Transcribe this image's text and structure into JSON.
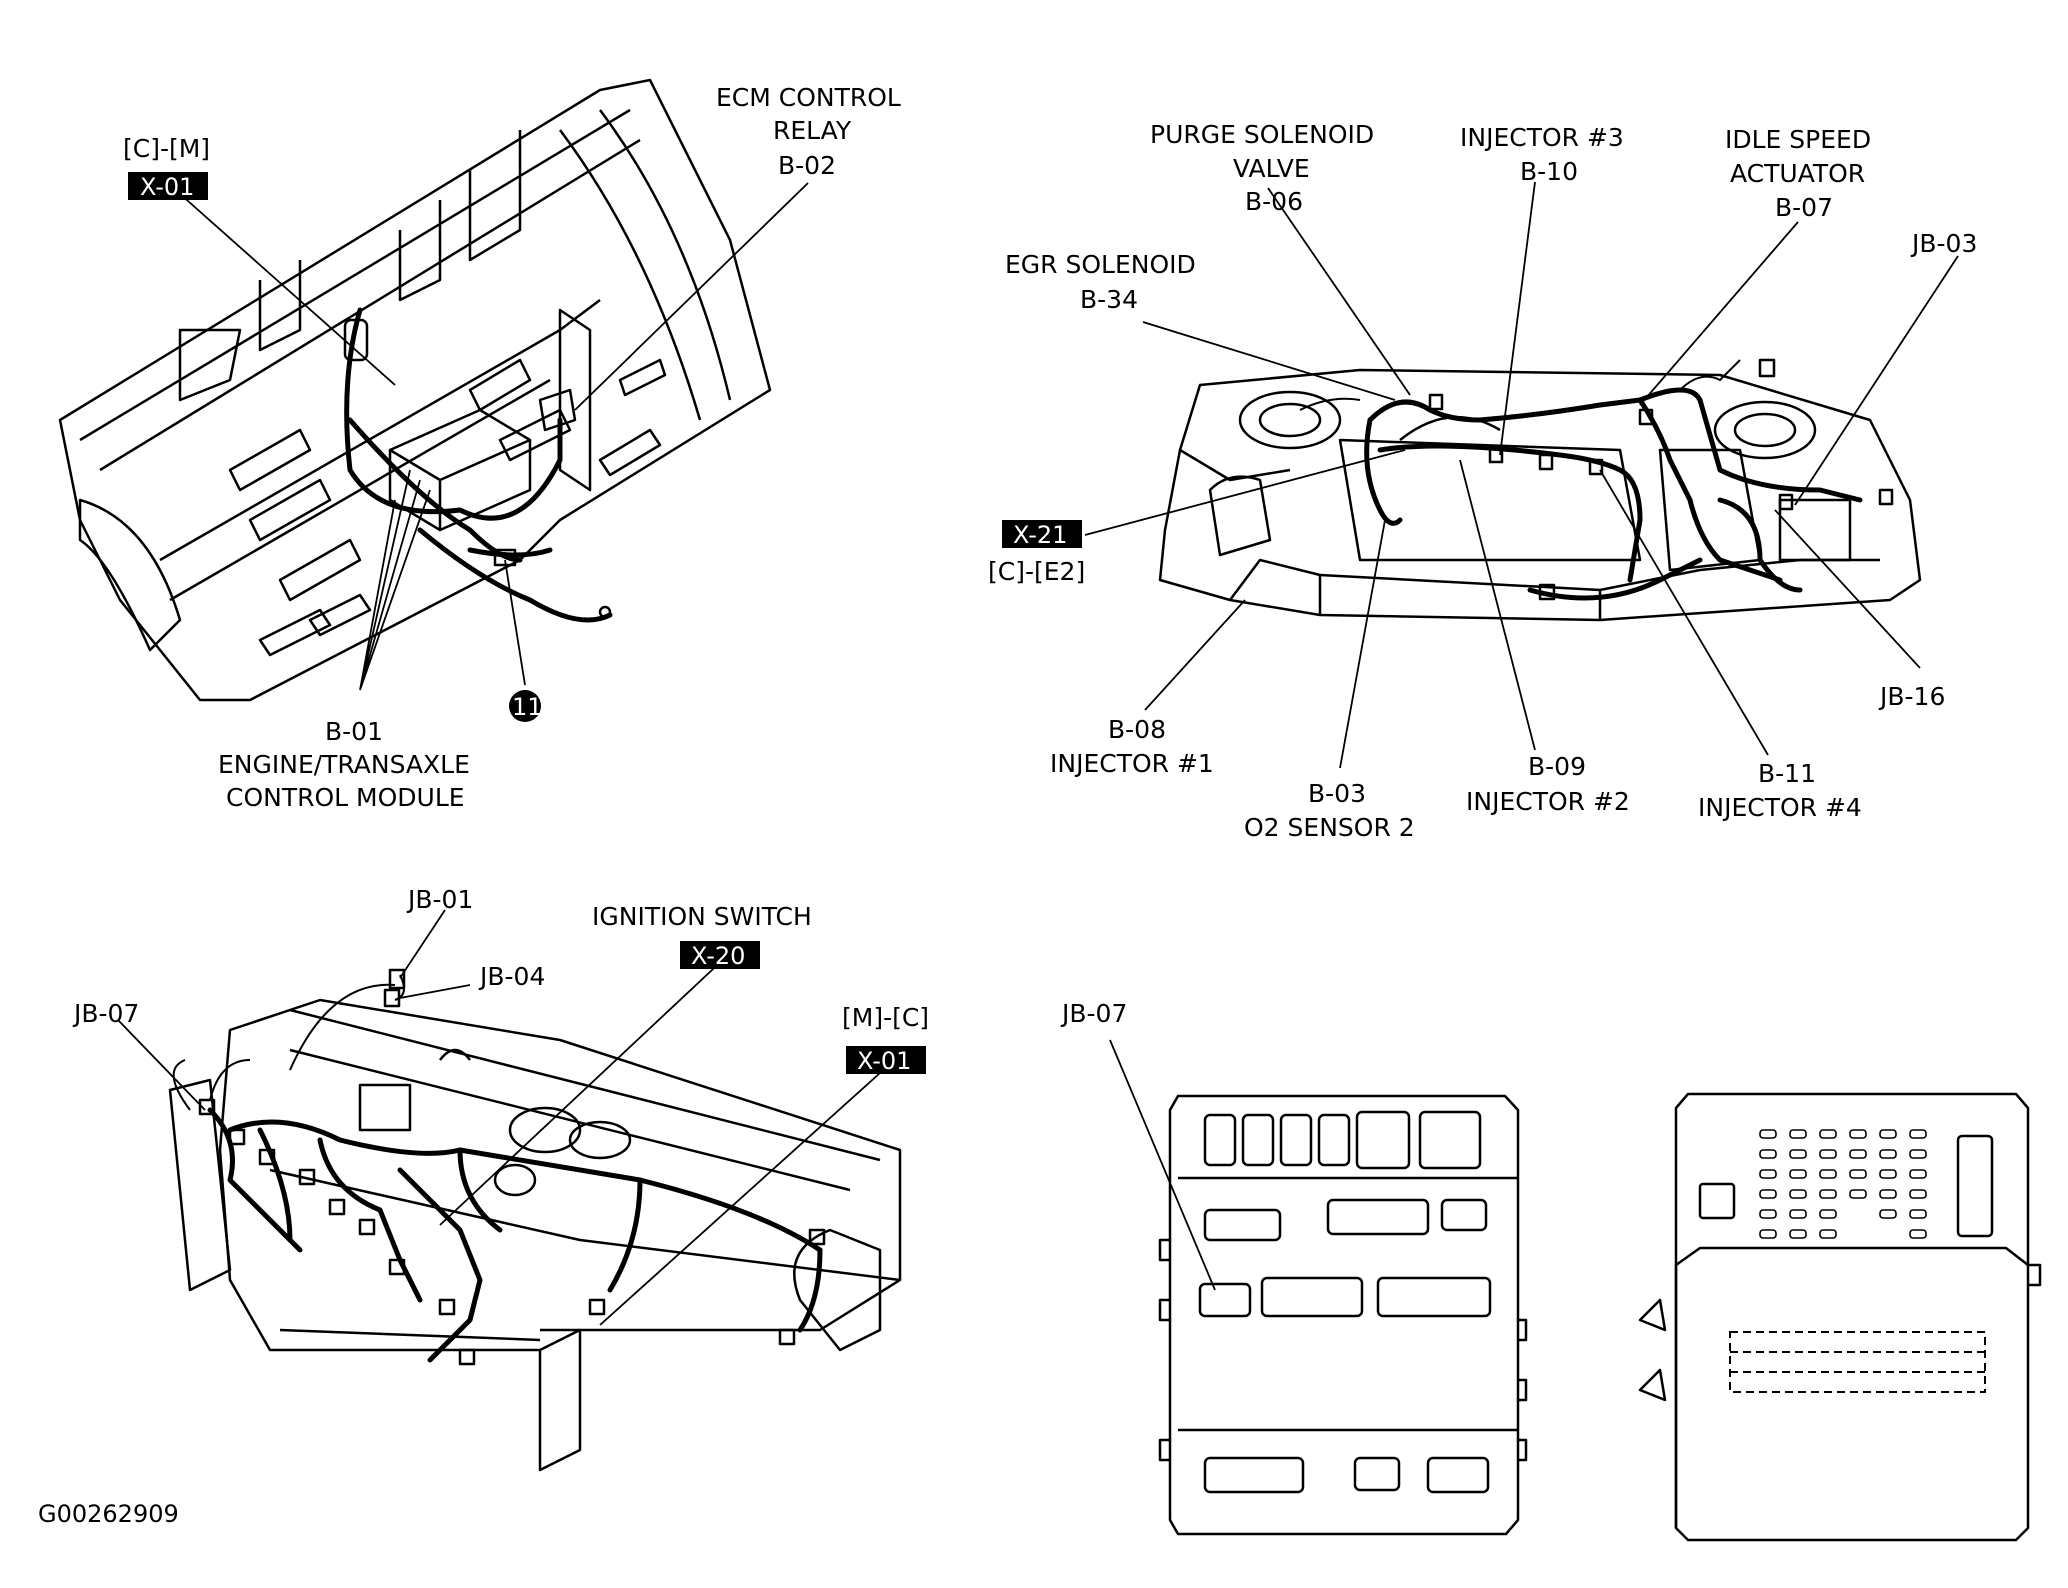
{
  "panels": {
    "ecm": {
      "labels": {
        "cm_top": "[C]-[M]",
        "x01_top": "X-01",
        "ecm_relay_1": "ECM CONTROL",
        "ecm_relay_2": "RELAY",
        "ecm_relay_3": "B-02",
        "b01_1": "B-01",
        "b01_2": "ENGINE/TRANSAXLE",
        "b01_3": "CONTROL MODULE",
        "ground_11": "11"
      }
    },
    "engine": {
      "labels": {
        "purge_1": "PURGE SOLENOID",
        "purge_2": "VALVE",
        "purge_3": "B-06",
        "inj3_1": "INJECTOR #3",
        "inj3_2": "B-10",
        "idle_1": "IDLE SPEED",
        "idle_2": "ACTUATOR",
        "idle_3": "B-07",
        "jb03": "JB-03",
        "egr_1": "EGR SOLENOID",
        "egr_2": "B-34",
        "x21": "X-21",
        "ce2": "[C]-[E2]",
        "jb16": "JB-16",
        "b08_1": "B-08",
        "b08_2": "INJECTOR #1",
        "b03_1": "B-03",
        "b03_2": "O2 SENSOR 2",
        "b09_1": "B-09",
        "b09_2": "INJECTOR #2",
        "b11_1": "B-11",
        "b11_2": "INJECTOR #4"
      }
    },
    "dash": {
      "labels": {
        "jb01": "JB-01",
        "jb04": "JB-04",
        "jb07": "JB-07",
        "ign_1": "IGNITION SWITCH",
        "x20": "X-20",
        "mc": "[M]-[C]",
        "x01_dash": "X-01"
      }
    },
    "junction": {
      "labels": {
        "jb07_box": "JB-07"
      }
    }
  },
  "figure_code": "G00262909"
}
